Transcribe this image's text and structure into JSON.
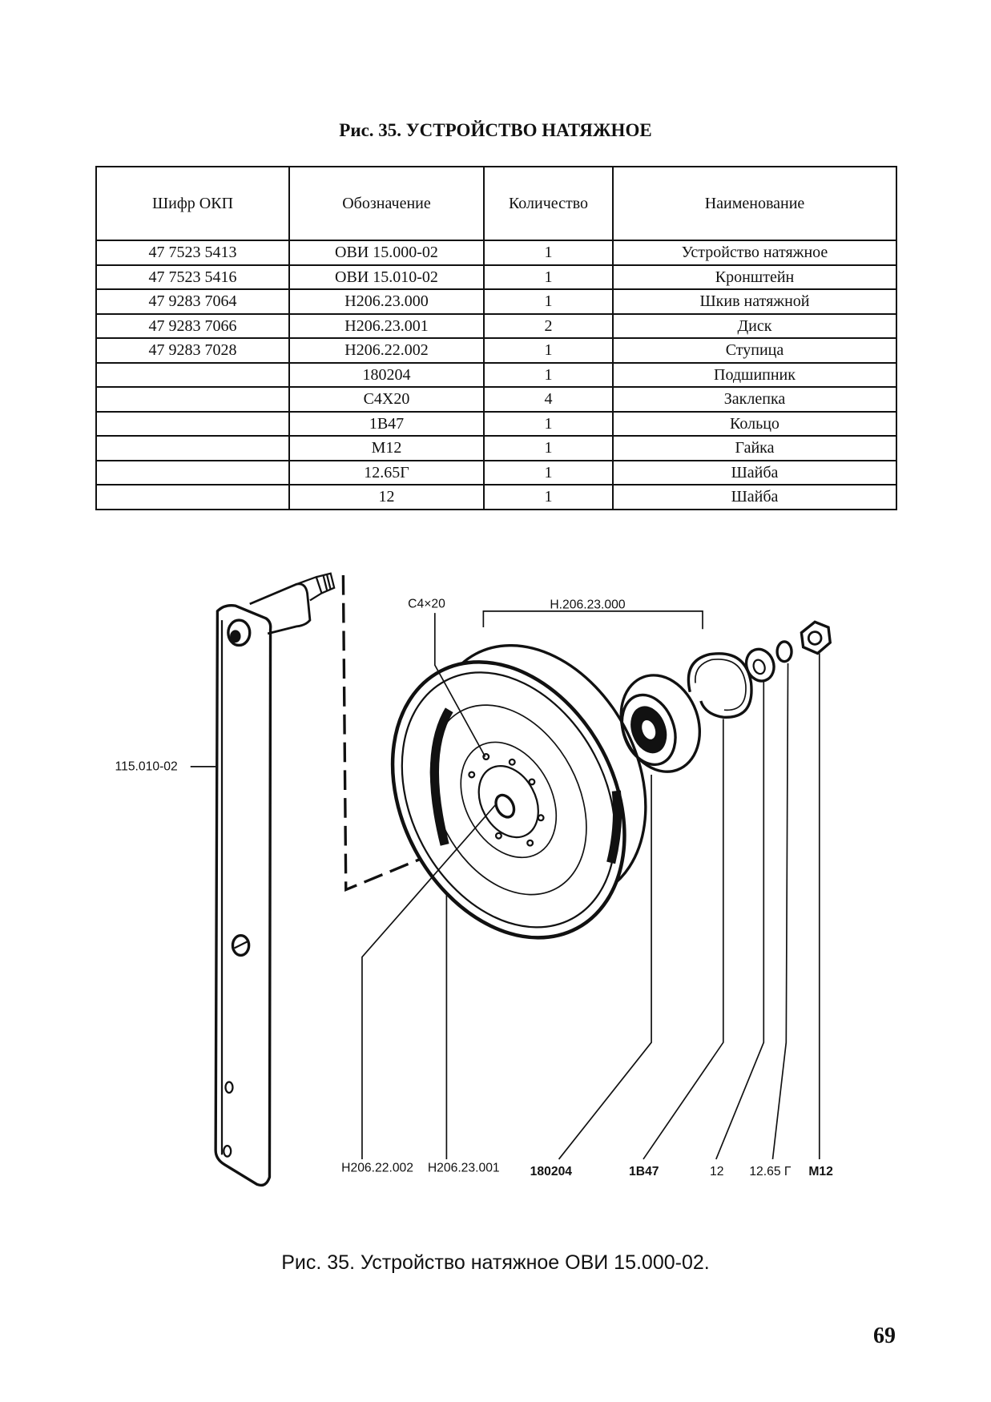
{
  "title": "Рис. 35. УСТРОЙСТВО НАТЯЖНОЕ",
  "table": {
    "headers": [
      "Шифр ОКП",
      "Обозначение",
      "Количество",
      "Наименование"
    ],
    "rows": [
      [
        "47 7523 5413",
        "ОВИ 15.000-02",
        "1",
        "Устройство натяжное"
      ],
      [
        "47 7523 5416",
        "ОВИ 15.010-02",
        "1",
        "Кронштейн"
      ],
      [
        "47 9283 7064",
        "Н206.23.000",
        "1",
        "Шкив натяжной"
      ],
      [
        "47 9283 7066",
        "Н206.23.001",
        "2",
        "Диск"
      ],
      [
        "47 9283 7028",
        "Н206.22.002",
        "1",
        "Ступица"
      ],
      [
        "",
        "180204",
        "1",
        "Подшипник"
      ],
      [
        "",
        "С4Х20",
        "4",
        "Заклепка"
      ],
      [
        "",
        "1В47",
        "1",
        "Кольцо"
      ],
      [
        "",
        "М12",
        "1",
        "Гайка"
      ],
      [
        "",
        "12.65Г",
        "1",
        "Шайба"
      ],
      [
        "",
        "12",
        "1",
        "Шайба"
      ]
    ]
  },
  "diagram": {
    "labels": {
      "bracket": "115.010-02",
      "rivet": "С4×20",
      "pulley_assembly": "Н.206.23.000",
      "hub": "Н206.22.002",
      "disk": "Н206.23.001",
      "bearing": "180204",
      "ring": "1В47",
      "washer": "12",
      "spring_washer": "12.65 Г",
      "nut": "М12"
    }
  },
  "caption": "Рис. 35. Устройство натяжное ОВИ 15.000-02.",
  "page_number": "69"
}
